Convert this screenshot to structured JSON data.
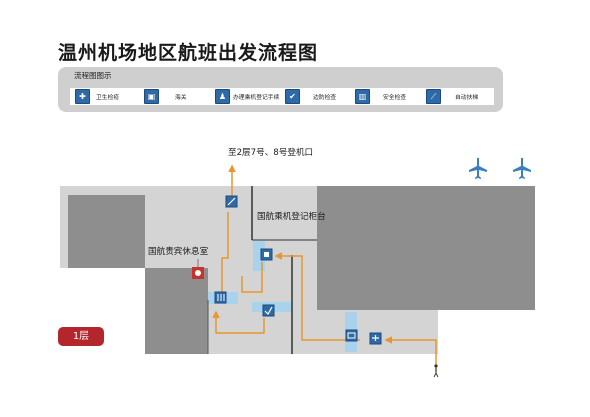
{
  "title": "温州机场地区航班出发流程图",
  "legend": {
    "caption": "流程图图示",
    "items": [
      {
        "icon": "health-inspection-icon",
        "label": "卫生检疫"
      },
      {
        "icon": "customs-icon",
        "label": "海关"
      },
      {
        "icon": "check-in-icon",
        "label": "办理乘机登记手续"
      },
      {
        "icon": "border-control-icon",
        "label": "边防检查"
      },
      {
        "icon": "security-check-icon",
        "label": "安全检查"
      },
      {
        "icon": "escalator-icon",
        "label": "自动扶梯"
      }
    ]
  },
  "map": {
    "gate_note": "至2层7号、8号登机口",
    "checkin_label": "国航乘机登记柜台",
    "vip_label": "国航贵宾休息室",
    "floor": "1层"
  },
  "colors": {
    "icon_blue": "#2f6aa8",
    "path_orange": "#e8962e",
    "floor_badge": "#b3262b",
    "light_blue_band": "#a9d2ec"
  }
}
